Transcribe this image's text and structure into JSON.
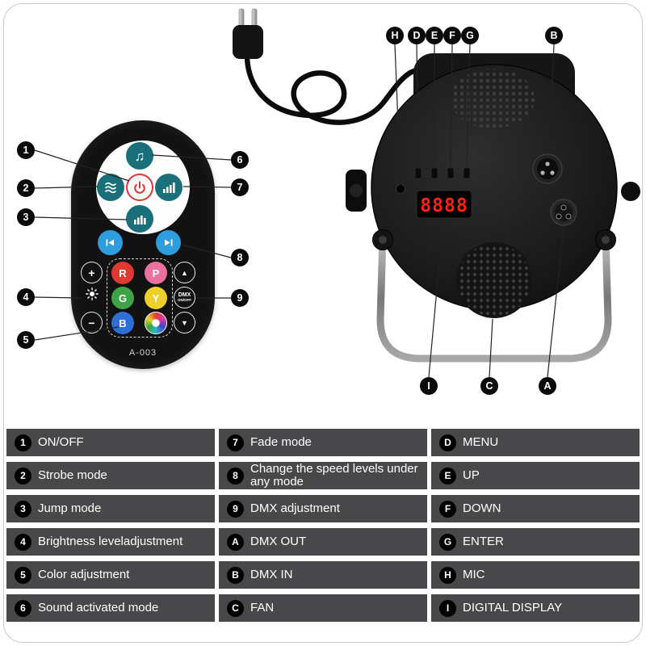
{
  "colors": {
    "remote_teal": "#19707a",
    "arrow_blue": "#2e9ddd",
    "power_red": "#d63a31",
    "display_red": "#ff2013",
    "legend_row_bg": "#48484b"
  },
  "icons": {
    "music": "music-note",
    "power": "power-symbol",
    "waves": "strobe-waves",
    "bars": "level-bars",
    "prev": "skip-back",
    "next": "skip-forward",
    "sun": "brightness-sun",
    "rgb": "color-wheel"
  },
  "remote": {
    "model_label": "A-003",
    "color_buttons": {
      "r": "R",
      "p": "P",
      "g": "G",
      "y": "Y",
      "b": "B"
    },
    "controls": {
      "plus": "+",
      "minus": "−",
      "up": "▲",
      "down": "▼",
      "dmx_line1": "DMX",
      "dmx_line2": "ON/OFF"
    },
    "callouts": [
      "1",
      "2",
      "3",
      "4",
      "5",
      "6",
      "7",
      "8",
      "9"
    ]
  },
  "fixture": {
    "display_value": "8888",
    "callouts_top": [
      "H",
      "D",
      "E",
      "F",
      "G",
      "B"
    ],
    "callouts_bottom": [
      "I",
      "C",
      "A"
    ]
  },
  "legend": {
    "columns": [
      {
        "items": [
          {
            "badge": "1",
            "label": "ON/OFF"
          },
          {
            "badge": "2",
            "label": "Strobe mode"
          },
          {
            "badge": "3",
            "label": "Jump mode"
          },
          {
            "badge": "4",
            "label": "Brightness leveladjustment"
          },
          {
            "badge": "5",
            "label": "Color adjustment"
          },
          {
            "badge": "6",
            "label": "Sound activated mode"
          }
        ]
      },
      {
        "items": [
          {
            "badge": "7",
            "label": "Fade mode"
          },
          {
            "badge": "8",
            "label": "Change the speed levels under any mode"
          },
          {
            "badge": "9",
            "label": "DMX adjustment"
          },
          {
            "badge": "A",
            "label": "DMX OUT"
          },
          {
            "badge": "B",
            "label": "DMX IN"
          },
          {
            "badge": "C",
            "label": "FAN"
          }
        ]
      },
      {
        "items": [
          {
            "badge": "D",
            "label": "MENU"
          },
          {
            "badge": "E",
            "label": "UP"
          },
          {
            "badge": "F",
            "label": "DOWN"
          },
          {
            "badge": "G",
            "label": "ENTER"
          },
          {
            "badge": "H",
            "label": "MIC"
          },
          {
            "badge": "I",
            "label": "DIGITAL DISPLAY"
          }
        ]
      }
    ]
  }
}
